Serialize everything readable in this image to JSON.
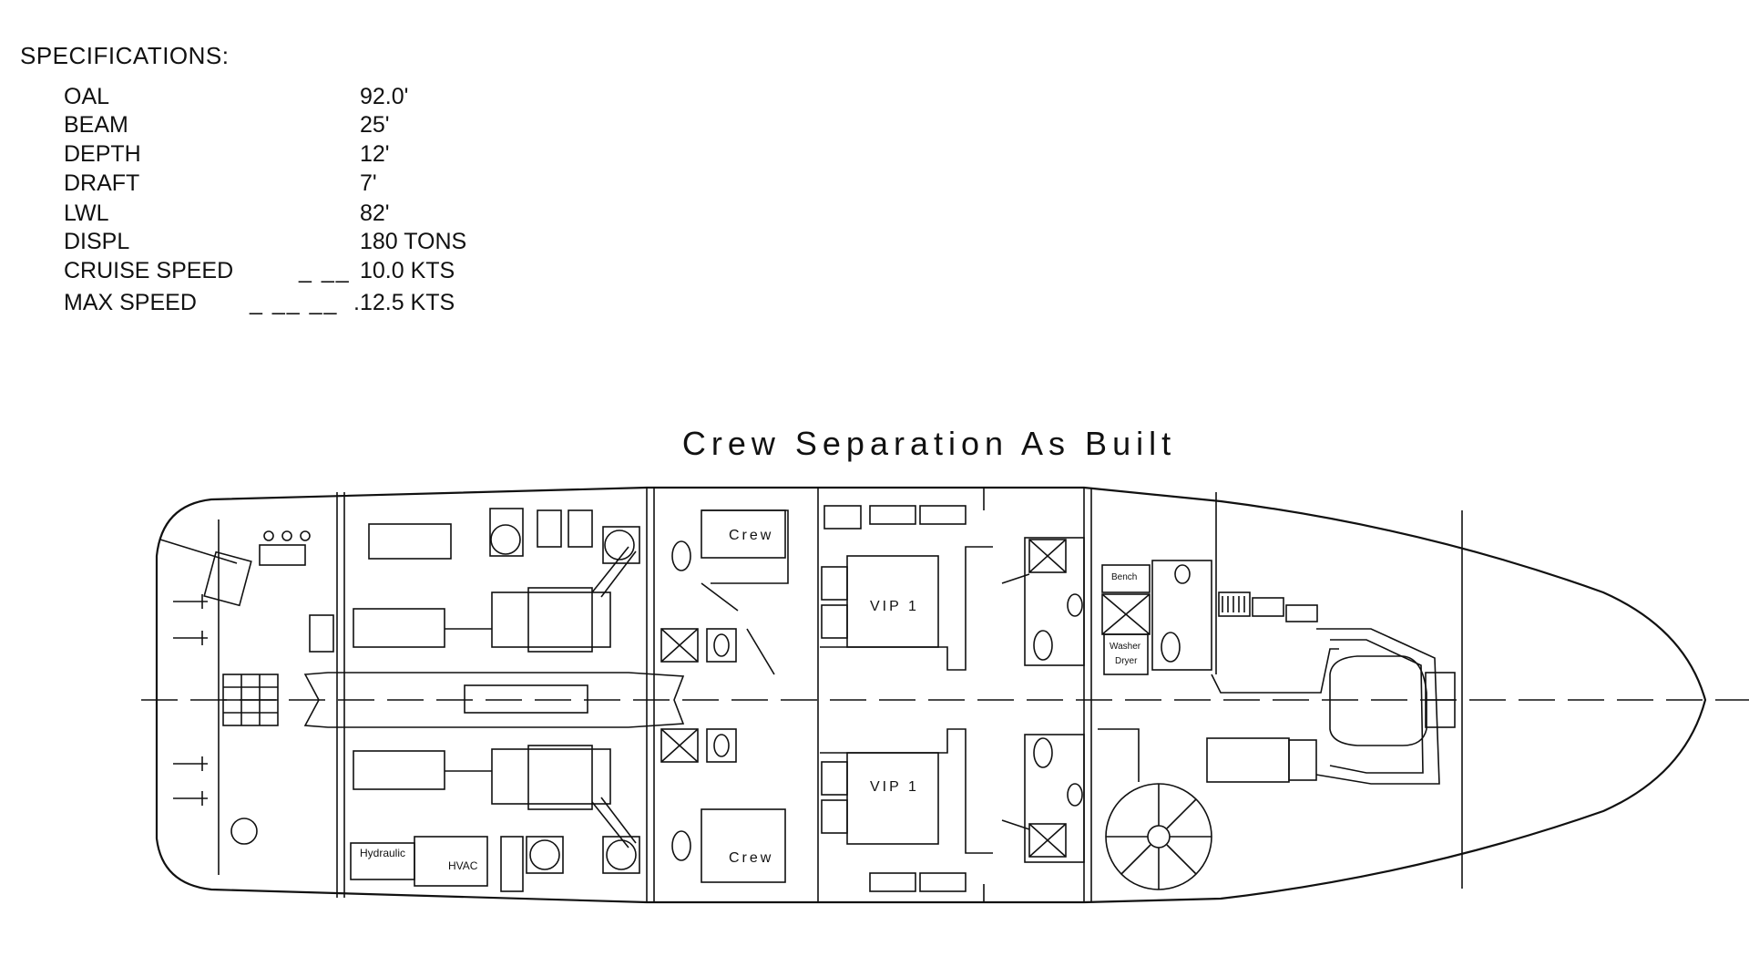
{
  "specs": {
    "heading": "SPECIFICATIONS:",
    "rows": [
      {
        "label": "OAL",
        "value": "92.0'",
        "dash": ""
      },
      {
        "label": "BEAM",
        "value": "25'",
        "dash": ""
      },
      {
        "label": "DEPTH",
        "value": "12'",
        "dash": ""
      },
      {
        "label": "DRAFT",
        "value": "7'",
        "dash": ""
      },
      {
        "label": "LWL",
        "value": "82'",
        "dash": ""
      },
      {
        "label": "DISPL",
        "value": "180 TONS",
        "dash": ""
      },
      {
        "label": "CRUISE SPEED",
        "value": "10.0 KTS",
        "dash": "_ __"
      },
      {
        "label": "MAX SPEED",
        "value": ".12.5 KTS",
        "dash": "_ __ __"
      }
    ]
  },
  "plan": {
    "title": "Crew Separation As Built",
    "rooms": {
      "crew_top": "Crew",
      "crew_bottom": "Crew",
      "vip_top": "VIP 1",
      "vip_bottom": "VIP 1",
      "washer_dryer_1": "Washer",
      "washer_dryer_2": "Dryer",
      "bench": "Bench",
      "hydraulic": "Hydraulic",
      "hvac": "HVAC"
    }
  }
}
